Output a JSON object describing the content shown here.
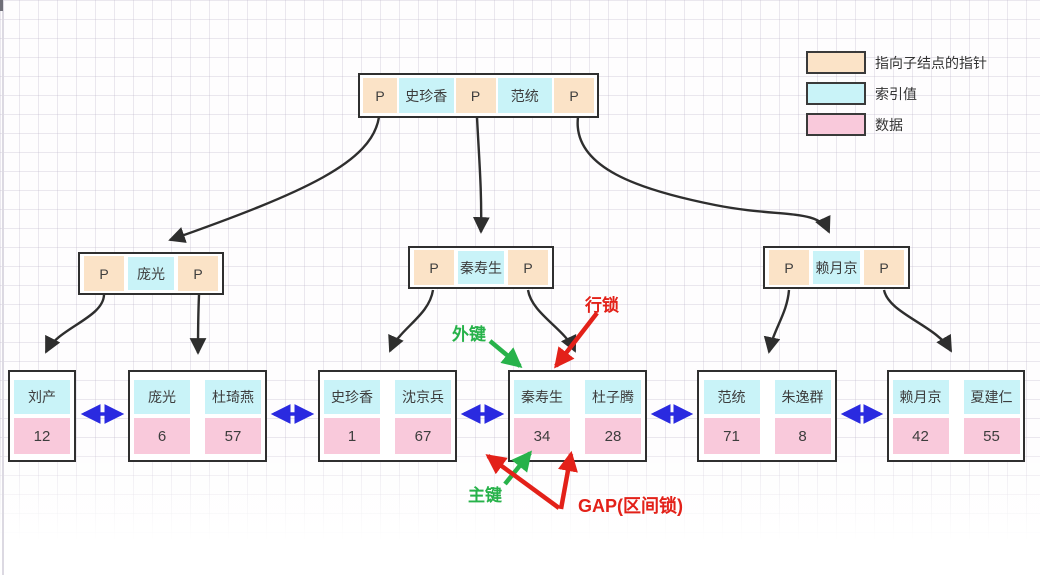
{
  "colors": {
    "pointer_fill": "#fbe3c7",
    "index_fill": "#c9f3f8",
    "data_fill": "#f9c9db",
    "blue_arrow": "#2a2ae0",
    "black": "#2e2e2e",
    "green": "#27b24a",
    "red": "#e32119"
  },
  "legend": {
    "pointer_label": "指向子结点的指针",
    "index_label": "索引值",
    "data_label": "数据"
  },
  "tree": {
    "pointer_label": "P",
    "root": {
      "keys": [
        "史珍香",
        "范统"
      ]
    },
    "internal": [
      {
        "key": "庞光"
      },
      {
        "key": "秦寿生"
      },
      {
        "key": "赖月京"
      }
    ],
    "leaves": [
      {
        "entries": [
          {
            "name": "刘产",
            "value": "12"
          }
        ]
      },
      {
        "entries": [
          {
            "name": "庞光",
            "value": "6"
          },
          {
            "name": "杜琦燕",
            "value": "57"
          }
        ]
      },
      {
        "entries": [
          {
            "name": "史珍香",
            "value": "1"
          },
          {
            "name": "沈京兵",
            "value": "67"
          }
        ]
      },
      {
        "entries": [
          {
            "name": "秦寿生",
            "value": "34"
          },
          {
            "name": "杜子腾",
            "value": "28"
          }
        ]
      },
      {
        "entries": [
          {
            "name": "范统",
            "value": "71"
          },
          {
            "name": "朱逸群",
            "value": "8"
          }
        ]
      },
      {
        "entries": [
          {
            "name": "赖月京",
            "value": "42"
          },
          {
            "name": "夏建仁",
            "value": "55"
          }
        ]
      }
    ]
  },
  "annotations": {
    "row_lock": "行锁",
    "foreign_key": "外键",
    "primary_key": "主键",
    "gap_lock": "GAP(区间锁)"
  }
}
